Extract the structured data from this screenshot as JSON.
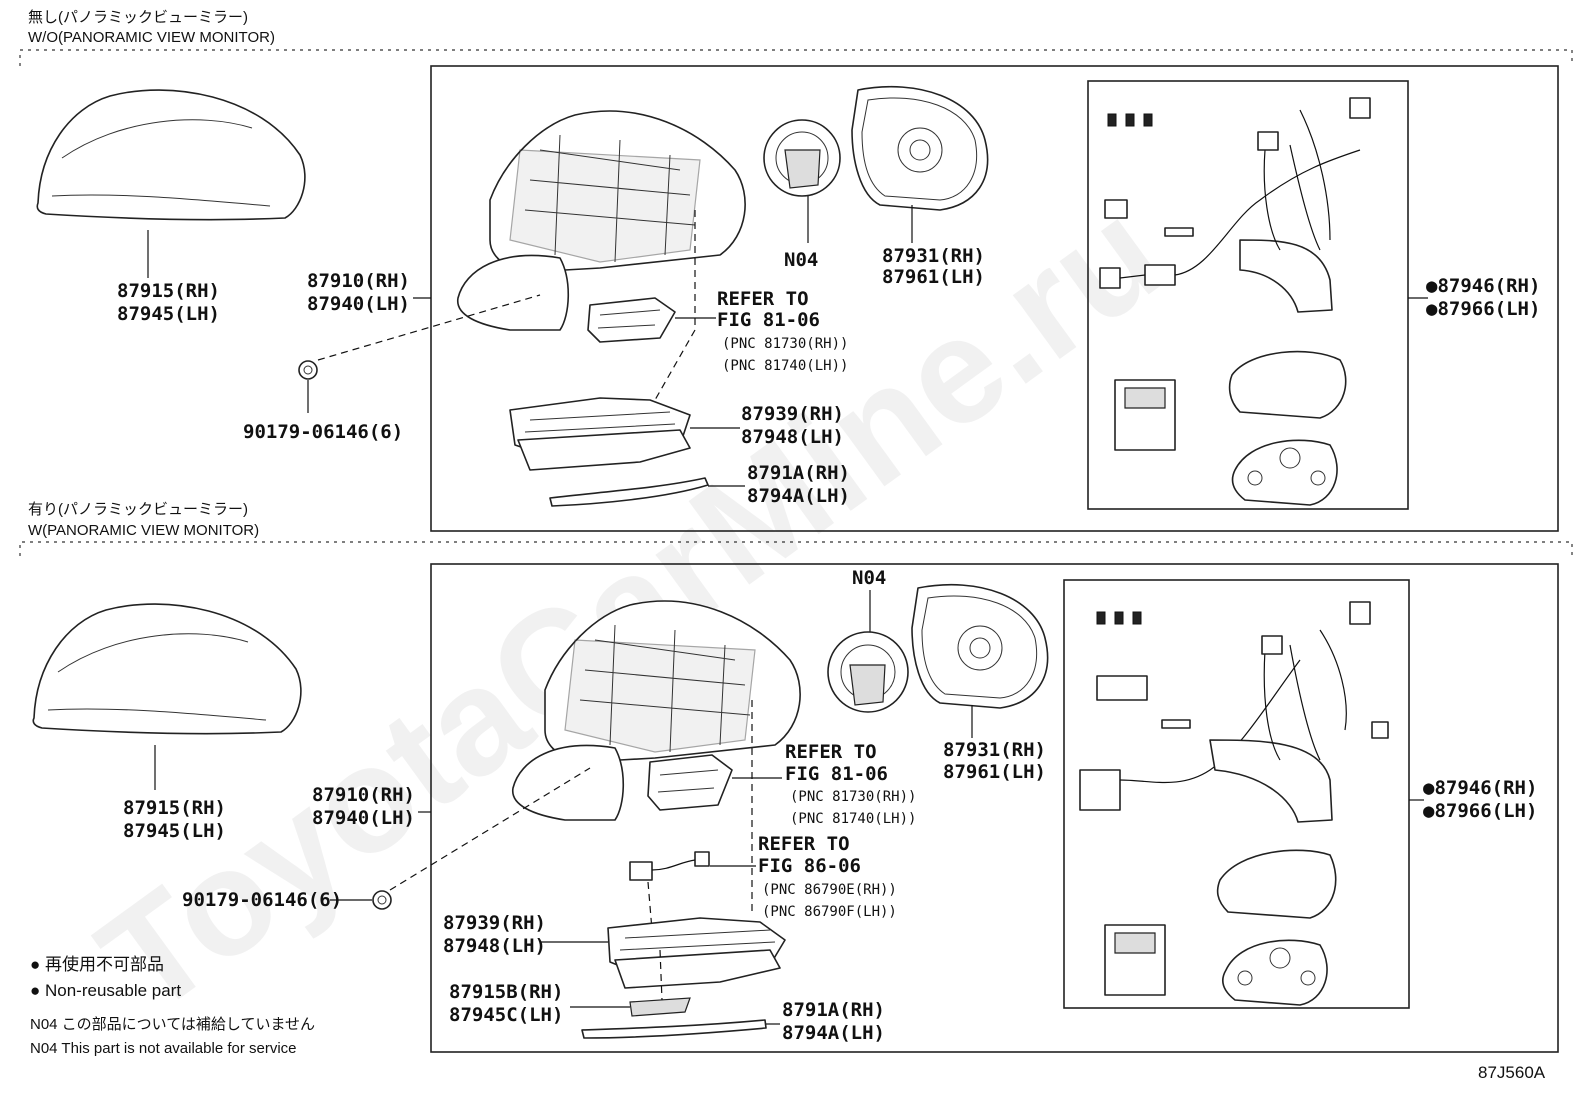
{
  "sections": [
    {
      "title_jp": "無し(パノラミックビューミラー)",
      "title_en": "W/O(PANORAMIC VIEW MONITOR)",
      "labels": {
        "cover": [
          "87915(RH)",
          "87945(LH)"
        ],
        "mirror_assy": [
          "87910(RH)",
          "87940(LH)"
        ],
        "clip": "90179-06146(6)",
        "n04": "N04",
        "glass": [
          "87931(RH)",
          "87961(LH)"
        ],
        "refer_a": [
          "REFER TO",
          "FIG 81-06"
        ],
        "refer_a_pnc": [
          "(PNC 81730(RH))",
          "(PNC 81740(LH))"
        ],
        "body": [
          "87939(RH)",
          "87948(LH)"
        ],
        "garnish": [
          "8791A(RH)",
          "8794A(LH)"
        ],
        "kit": [
          "●87946(RH)",
          "●87966(LH)"
        ]
      }
    },
    {
      "title_jp": "有り(パノラミックビューミラー)",
      "title_en": "W(PANORAMIC VIEW MONITOR)",
      "labels": {
        "cover": [
          "87915(RH)",
          "87945(LH)"
        ],
        "mirror_assy": [
          "87910(RH)",
          "87940(LH)"
        ],
        "clip": "90179-06146(6)",
        "n04": "N04",
        "glass": [
          "87931(RH)",
          "87961(LH)"
        ],
        "refer_a": [
          "REFER TO",
          "FIG 81-06"
        ],
        "refer_a_pnc": [
          "(PNC 81730(RH))",
          "(PNC 81740(LH))"
        ],
        "refer_b": [
          "REFER TO",
          "FIG 86-06"
        ],
        "refer_b_pnc": [
          "(PNC 86790E(RH))",
          "(PNC 86790F(LH))"
        ],
        "body": [
          "87939(RH)",
          "87948(LH)"
        ],
        "camera": [
          "87915B(RH)",
          "87945C(LH)"
        ],
        "garnish": [
          "8791A(RH)",
          "8794A(LH)"
        ],
        "kit": [
          "●87946(RH)",
          "●87966(LH)"
        ]
      }
    }
  ],
  "legend": {
    "nonreusable_jp": "● 再使用不可部品",
    "nonreusable_en": "● Non-reusable part",
    "n04_jp": "N04 この部品については補給していません",
    "n04_en": "N04 This part is not available for service"
  },
  "figure_code": "87J560A",
  "watermark": "ToyotaCarMine.ru"
}
